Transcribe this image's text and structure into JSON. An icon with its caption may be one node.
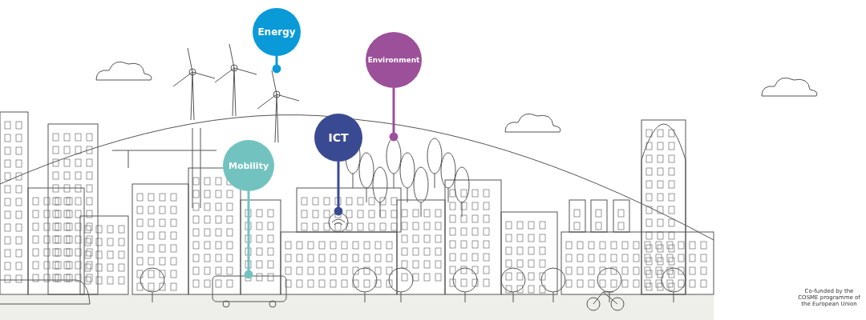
{
  "diagram": {
    "nodes": [
      {
        "text": [
          "Energy"
        ]
      },
      {
        "text": [
          "Environment"
        ]
      },
      {
        "text": [
          "ICT"
        ]
      },
      {
        "text": [
          "Mobility"
        ]
      },
      {
        "text": [],
        "shape": "picture"
      },
      {
        "text": [],
        "shape": "picture"
      },
      {
        "text": [],
        "shape": "picture"
      },
      {
        "text": [],
        "shape": "picture"
      }
    ],
    "edges": [
      {
        "from": 0,
        "to": 4,
        "arrow": "other",
        "color": "#0a9ad8"
      },
      {
        "from": 1,
        "to": 7,
        "arrow": "other",
        "color": "#9c509a"
      },
      {
        "from": 2,
        "to": 6,
        "arrow": "other",
        "color": "#3a4a92"
      },
      {
        "from": 3,
        "to": 5,
        "arrow": "other",
        "color": "#72c3c0"
      }
    ],
    "labels": [
      "Co-funded by the COSME programme of the European Union"
    ]
  }
}
